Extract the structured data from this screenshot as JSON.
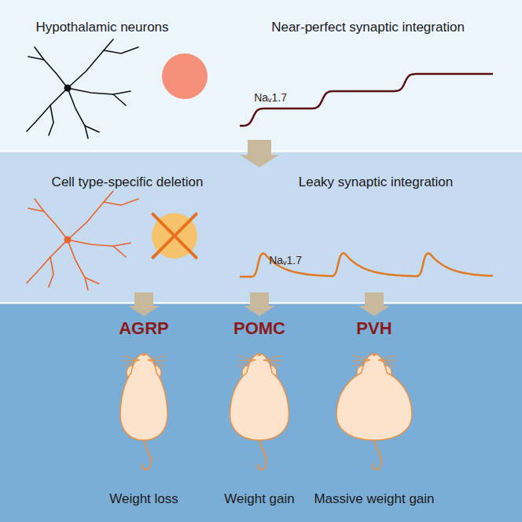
{
  "diagram": {
    "nodes": [
      {
        "text": [
          "Hypothalamic neurons",
          "Near-perfect synaptic integration"
        ]
      },
      {
        "text": [
          "Naᵥ1.7"
        ],
        "in": 0
      },
      {
        "text": [
          "Cell type-specific deletion",
          "Leaky synaptic integration"
        ]
      },
      {
        "text": [
          "Naᵥ1.7"
        ],
        "in": 2
      },
      {
        "text": [
          "AGRP",
          "Weight loss"
        ]
      },
      {
        "text": [
          "POMC",
          "Weight gain"
        ]
      },
      {
        "text": [
          "PVH",
          "Massive weight gain"
        ]
      }
    ],
    "edges": [
      {
        "from": 0,
        "to": 2,
        "arrow": "to"
      },
      {
        "from": 2,
        "to": 4,
        "arrow": "to"
      },
      {
        "from": 2,
        "to": 5,
        "arrow": "to"
      },
      {
        "from": 2,
        "to": 6,
        "arrow": "to"
      }
    ]
  }
}
